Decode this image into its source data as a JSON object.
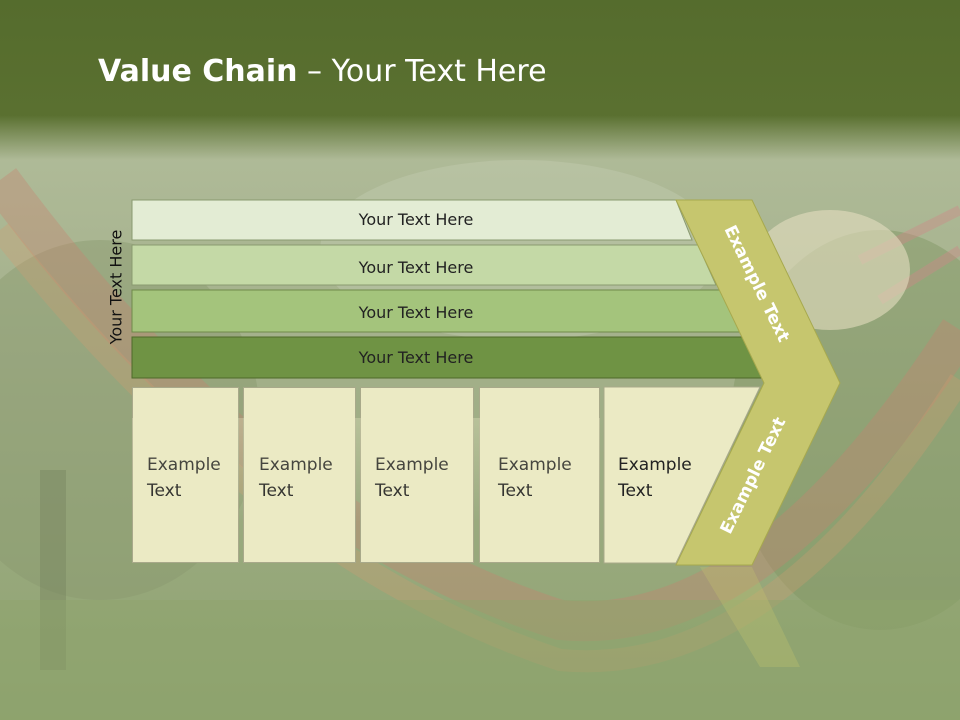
{
  "slide": {
    "title_bold": "Value Chain",
    "title_rest": " – Your Text Here",
    "side_label": "Your Text Here"
  },
  "bars": [
    {
      "label": "Your Text Here",
      "color": "#e3ecd4"
    },
    {
      "label": "Your Text Here",
      "color": "#c4d9a6"
    },
    {
      "label": "Your Text Here",
      "color": "#a4c47c"
    },
    {
      "label": "Your Text Here",
      "color": "#6f9344"
    }
  ],
  "chevron": {
    "upper_label": "Example Text",
    "lower_label": "Example Text",
    "color": "#c6c66e"
  },
  "cells": [
    {
      "line1": "Example",
      "line2": "Text"
    },
    {
      "line1": "Example",
      "line2": "Text"
    },
    {
      "line1": "Example",
      "line2": "Text"
    },
    {
      "line1": "Example",
      "line2": "Text"
    },
    {
      "line1": "Example",
      "line2": "Text"
    }
  ],
  "colors": {
    "header": "#5a7030",
    "cell_fill": "#ebeac4"
  }
}
